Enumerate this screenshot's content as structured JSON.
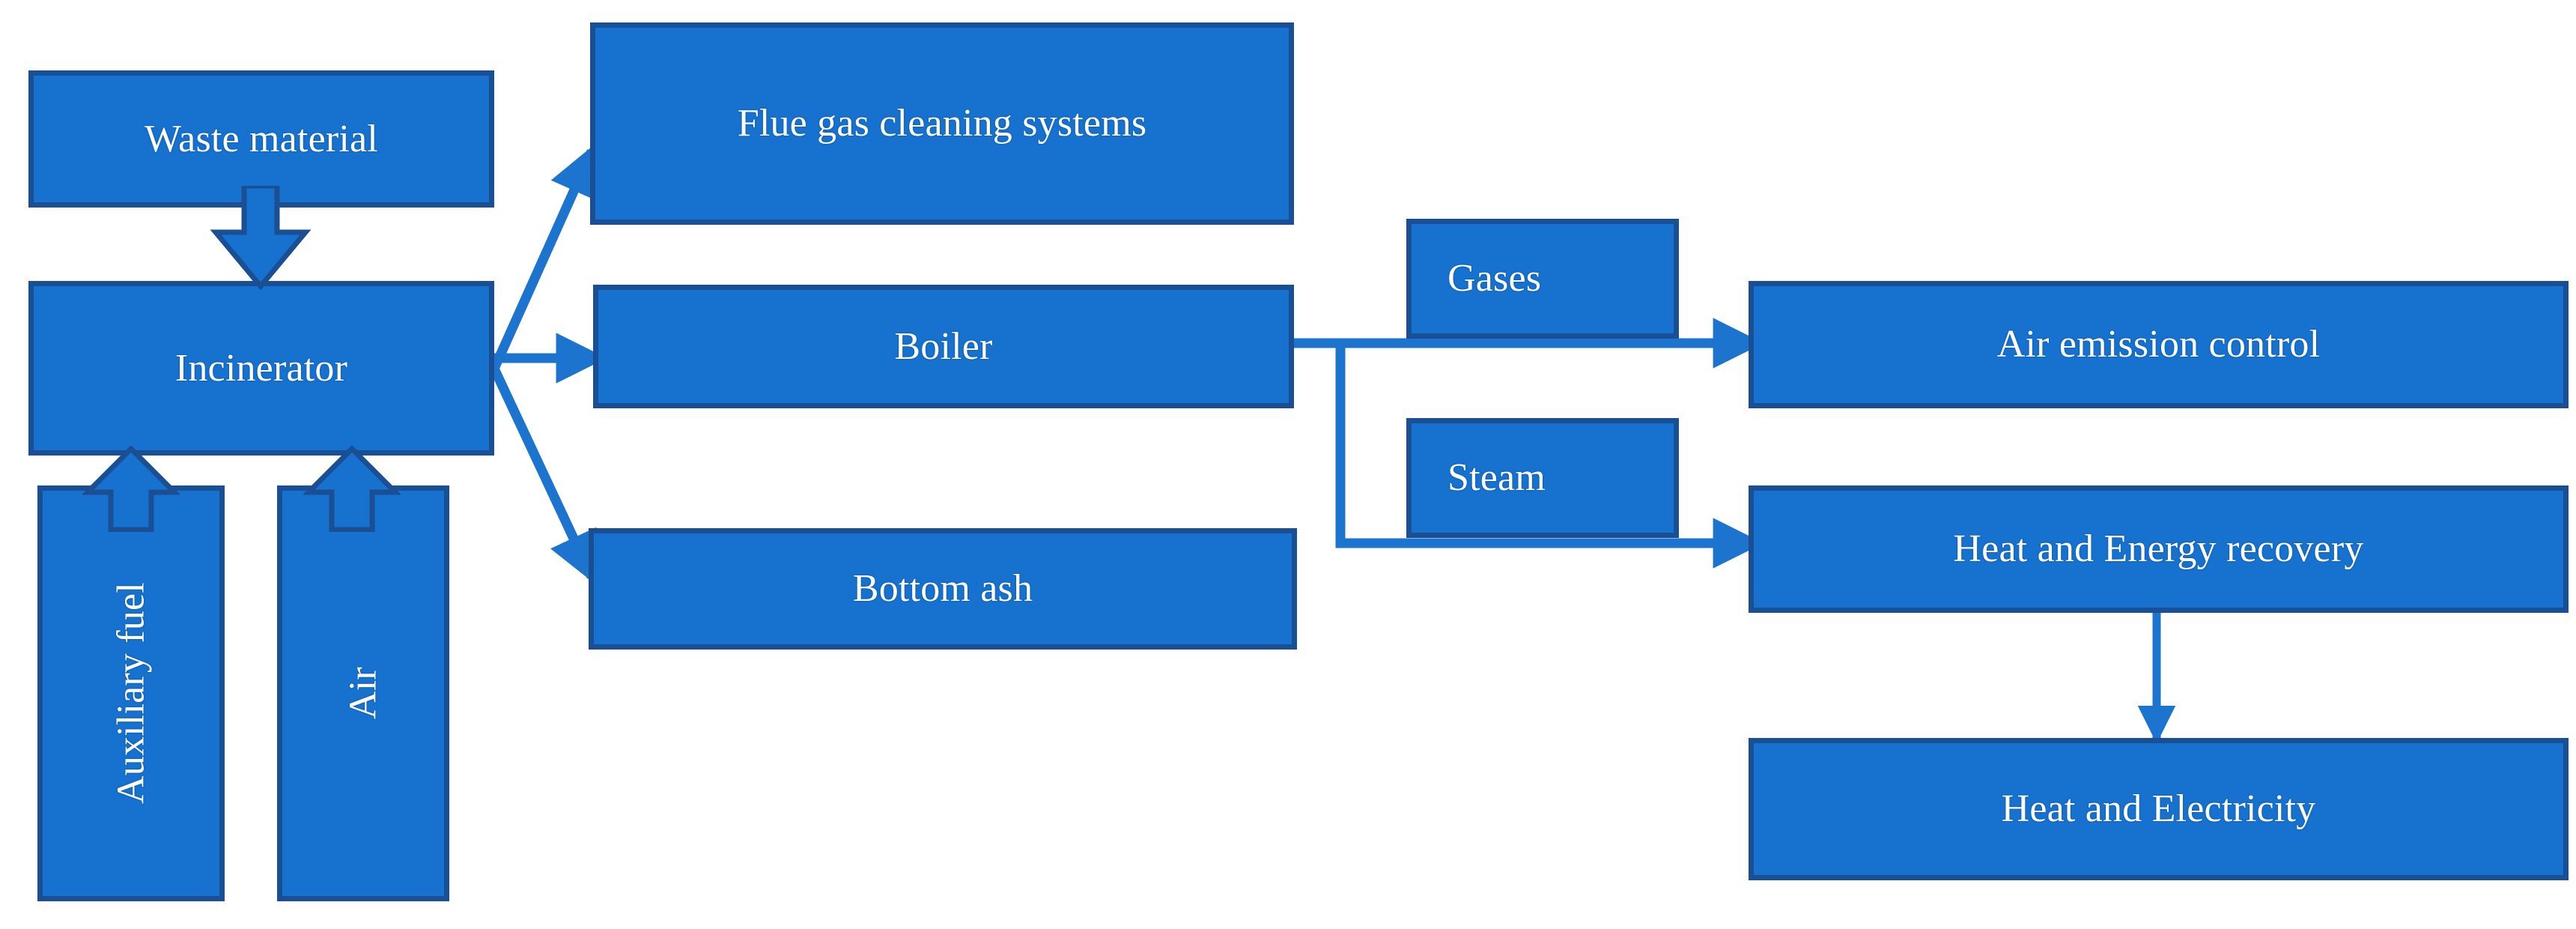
{
  "diagram": {
    "title": "Waste incineration process flow",
    "colors": {
      "node_fill": "#1672CE",
      "node_border": "#1A4F93",
      "connector": "#1C74CE",
      "text": "#FFFFFF",
      "background": "#FFFFFF"
    },
    "nodes": [
      {
        "id": "waste-material",
        "label": "Waste material",
        "orientation": "horizontal"
      },
      {
        "id": "incinerator",
        "label": "Incinerator",
        "orientation": "horizontal"
      },
      {
        "id": "auxiliary-fuel",
        "label": "Auxiliary fuel",
        "orientation": "vertical"
      },
      {
        "id": "air",
        "label": "Air",
        "orientation": "vertical"
      },
      {
        "id": "flue-gas-cleaning",
        "label": "Flue gas cleaning systems",
        "orientation": "horizontal"
      },
      {
        "id": "boiler",
        "label": "Boiler",
        "orientation": "horizontal"
      },
      {
        "id": "bottom-ash",
        "label": "Bottom ash",
        "orientation": "horizontal"
      },
      {
        "id": "gases",
        "label": "Gases",
        "orientation": "horizontal"
      },
      {
        "id": "steam",
        "label": "Steam",
        "orientation": "horizontal"
      },
      {
        "id": "air-emission-control",
        "label": "Air emission control",
        "orientation": "horizontal"
      },
      {
        "id": "heat-energy-recovery",
        "label": "Heat and Energy recovery",
        "orientation": "horizontal"
      },
      {
        "id": "heat-electricity",
        "label": "Heat and Electricity",
        "orientation": "horizontal"
      }
    ],
    "edges": [
      {
        "from": "waste-material",
        "to": "incinerator",
        "style": "block-arrow-down"
      },
      {
        "from": "auxiliary-fuel",
        "to": "incinerator",
        "style": "block-arrow-up"
      },
      {
        "from": "air",
        "to": "incinerator",
        "style": "block-arrow-up"
      },
      {
        "from": "incinerator",
        "to": "flue-gas-cleaning",
        "style": "line-arrow-diagonal-up"
      },
      {
        "from": "incinerator",
        "to": "boiler",
        "style": "line-arrow-right"
      },
      {
        "from": "incinerator",
        "to": "bottom-ash",
        "style": "line-arrow-diagonal-down"
      },
      {
        "from": "boiler",
        "to": "air-emission-control",
        "style": "line-arrow-right",
        "label": "Gases"
      },
      {
        "from": "boiler",
        "to": "heat-energy-recovery",
        "style": "line-arrow-elbow-down",
        "label": "Steam"
      },
      {
        "from": "heat-energy-recovery",
        "to": "heat-electricity",
        "style": "line-arrow-down"
      }
    ]
  }
}
